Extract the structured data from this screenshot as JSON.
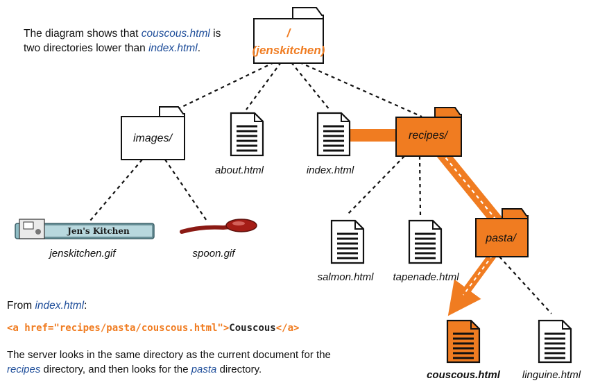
{
  "intro": {
    "part1": "The diagram shows that ",
    "file1": "couscous.html",
    "part2": " is",
    "part3": "two directories lower than ",
    "file2": "index.html",
    "part4": "."
  },
  "folders": {
    "root_slash": "/",
    "root_name": "(jenskitchen)",
    "images": "images/",
    "recipes": "recipes/",
    "pasta": "pasta/"
  },
  "files": {
    "about": "about.html",
    "index": "index.html",
    "jenskitchen_gif": "jenskitchen.gif",
    "spoon_gif": "spoon.gif",
    "salmon": "salmon.html",
    "tapenade": "tapenade.html",
    "couscous": "couscous.html",
    "linguine": "linguine.html"
  },
  "logo_text": "Jen's Kitchen",
  "from": {
    "prefix": "From ",
    "file": "index.html",
    "suffix": ":"
  },
  "code": {
    "open_tag": "<a href=\"recipes/pasta/couscous.html\">",
    "link_text": "Couscous",
    "close_tag": "</a>"
  },
  "explanation": {
    "line1": "The server looks in the same directory as the current document for the",
    "recipes": "recipes",
    "mid": " directory, and then looks for the ",
    "pasta": "pasta",
    "end": " directory."
  },
  "colors": {
    "accent": "#f07c21",
    "link": "#1f4e9a",
    "ink": "#111111"
  }
}
